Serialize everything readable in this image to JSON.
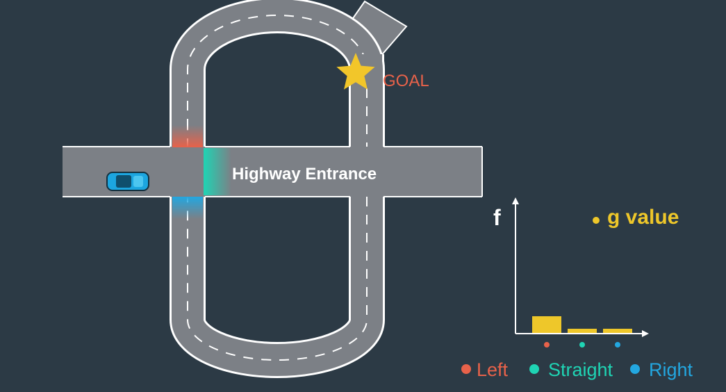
{
  "scene": {
    "goal_label": "GOAL",
    "road_label": "Highway Entrance"
  },
  "colors": {
    "background": "#2c3a45",
    "road": "#7c8086",
    "road_edge": "#ffffff",
    "lane_dash": "#ffffff",
    "left": "#e8624a",
    "straight": "#1fd4b4",
    "right": "#23a7e0",
    "goal_star": "#f2c62a",
    "bar": "#eec72a",
    "car": "#1ca6e0"
  },
  "legend": {
    "g_value": "g value",
    "items": [
      {
        "label": "Left",
        "color": "#e8624a"
      },
      {
        "label": "Straight",
        "color": "#1fd4b4"
      },
      {
        "label": "Right",
        "color": "#23a7e0"
      }
    ]
  },
  "chart_data": {
    "type": "bar",
    "ylabel": "f",
    "categories": [
      "Left",
      "Straight",
      "Right"
    ],
    "values": [
      1.0,
      0.25,
      0.25
    ],
    "series": [
      {
        "name": "g value",
        "values": [
          1.0,
          0.25,
          0.25
        ]
      }
    ]
  }
}
